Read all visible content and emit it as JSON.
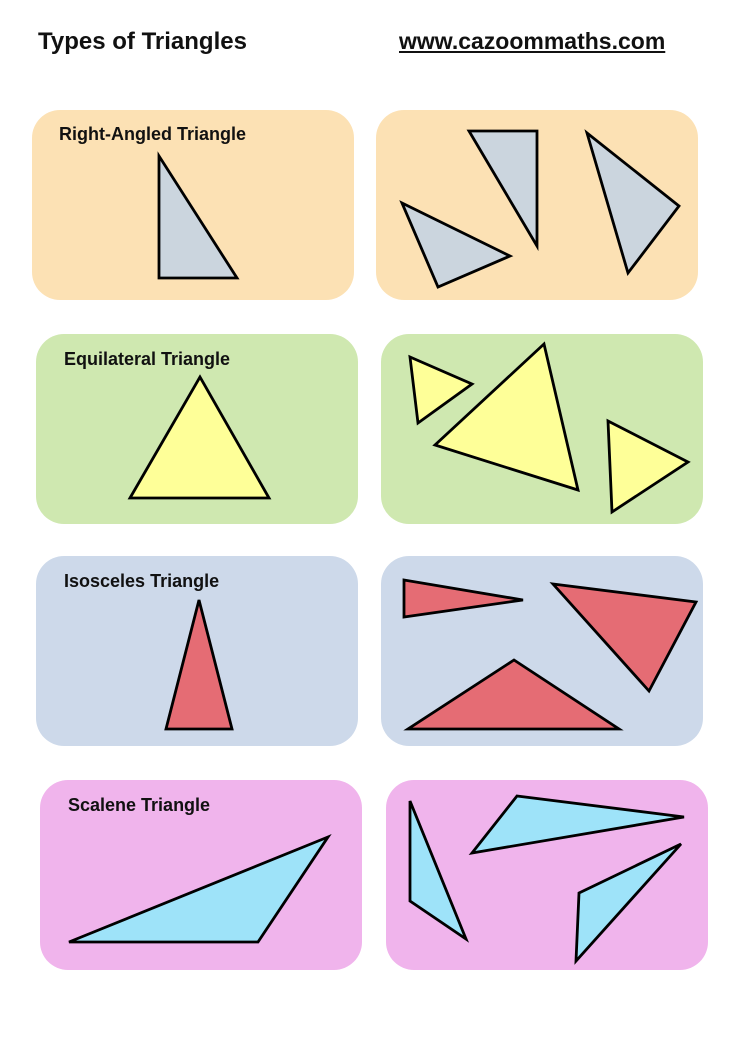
{
  "header": {
    "title": "Types of Triangles",
    "url": "www.cazoommaths.com"
  },
  "rows": [
    {
      "label": "Right-Angled Triangle",
      "card_color": "#fce1b4",
      "fill": "#cbd5de"
    },
    {
      "label": "Equilateral Triangle",
      "card_color": "#cfe8b0",
      "fill": "#feff98"
    },
    {
      "label": "Isosceles Triangle",
      "card_color": "#cdd9ea",
      "fill": "#e56c74"
    },
    {
      "label": "Scalene Triangle",
      "card_color": "#f0b4ec",
      "fill": "#9ee3f9"
    }
  ]
}
